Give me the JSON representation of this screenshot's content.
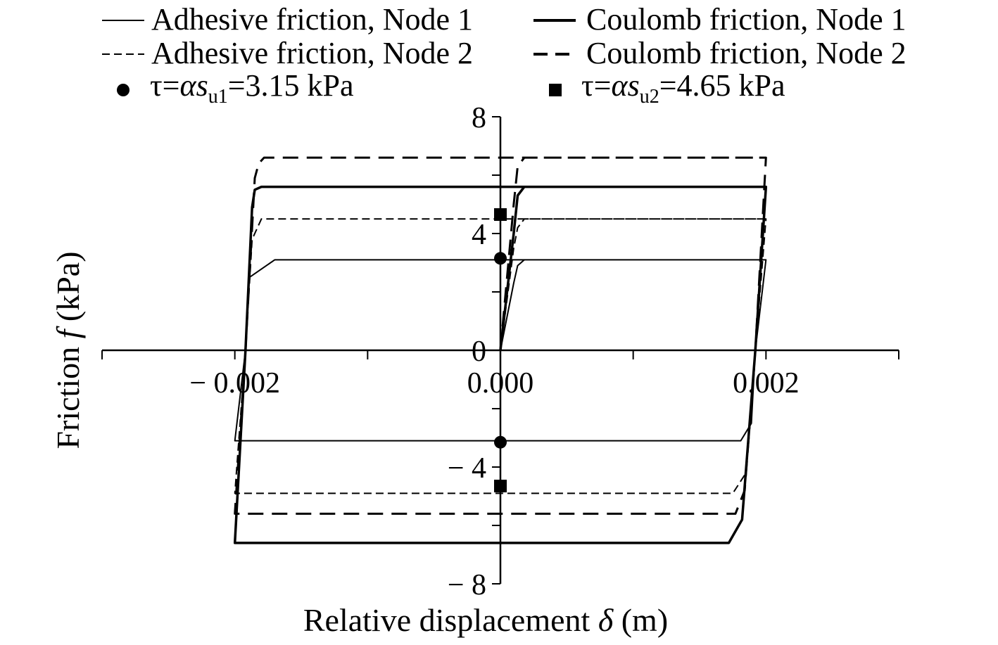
{
  "chart_data": {
    "type": "line",
    "xlabel": {
      "prefix": "Relative displacement ",
      "symbol": "δ",
      "unit": " (m)"
    },
    "ylabel": {
      "prefix": "Friction ",
      "symbol": "f",
      "unit": " (kPa)"
    },
    "xlim": [
      -0.003,
      0.003
    ],
    "ylim": [
      -8,
      8
    ],
    "x_ticks": [
      -0.002,
      0.0,
      0.002
    ],
    "x_tick_labels": [
      "− 0.002",
      "0.000",
      "0.002"
    ],
    "x_minor_ticks": [
      -0.003,
      -0.002,
      -0.001,
      0.0,
      0.001,
      0.002,
      0.003
    ],
    "y_ticks": [
      -8,
      -4,
      0,
      4,
      8
    ],
    "y_tick_labels": [
      "− 8",
      "− 4",
      "0",
      "4",
      "8"
    ],
    "y_minor_ticks": [
      -8,
      -6,
      -4,
      -2,
      0,
      2,
      4,
      6,
      8
    ],
    "legend_placement": "top",
    "series": [
      {
        "name": "Adhesive friction, Node 1",
        "style": "thin-solid",
        "x": [
          0.0,
          0.0001,
          0.00013,
          0.00018,
          0.002,
          0.002,
          0.00192,
          0.00189,
          0.00181,
          -0.002,
          -0.002,
          -0.00192,
          -0.00189,
          -0.0017,
          0.002
        ],
        "y": [
          0.0,
          2.3,
          2.9,
          3.1,
          3.1,
          3.1,
          0.0,
          -2.5,
          -3.1,
          -3.1,
          -3.1,
          0.0,
          2.5,
          3.1,
          3.1
        ]
      },
      {
        "name": "Adhesive friction, Node 2",
        "style": "thin-dashed",
        "x": [
          0.0,
          0.0001,
          0.00013,
          0.00018,
          0.002,
          0.002,
          0.00192,
          0.00185,
          0.00175,
          -0.002,
          -0.002,
          -0.00192,
          -0.00187,
          -0.0018,
          0.002
        ],
        "y": [
          0.0,
          3.5,
          4.2,
          4.5,
          4.5,
          4.5,
          0.0,
          -4.2,
          -4.9,
          -4.9,
          -4.9,
          0.0,
          3.8,
          4.5,
          4.5
        ]
      },
      {
        "name": "Coulomb friction, Node 1",
        "style": "thick-solid",
        "x": [
          0.0,
          0.0001,
          0.00013,
          0.00018,
          0.002,
          0.002,
          0.00192,
          0.00182,
          0.00172,
          -0.002,
          -0.002,
          -0.00192,
          -0.00187,
          -0.00185,
          -0.0018,
          0.002
        ],
        "y": [
          0.0,
          4.0,
          5.3,
          5.6,
          5.6,
          5.6,
          0.0,
          -5.8,
          -6.6,
          -6.6,
          -6.6,
          0.0,
          4.9,
          5.5,
          5.6,
          5.6
        ]
      },
      {
        "name": "Coulomb friction, Node 2",
        "style": "thick-dashed",
        "x": [
          0.0,
          0.0001,
          0.00013,
          0.00018,
          0.002,
          0.002,
          0.00192,
          0.00184,
          0.00177,
          -0.002,
          -0.002,
          -0.00192,
          -0.00185,
          -0.00182,
          -0.00178,
          0.002
        ],
        "y": [
          0.0,
          5.0,
          6.3,
          6.6,
          6.6,
          6.6,
          0.0,
          -4.8,
          -5.6,
          -5.6,
          -5.6,
          0.0,
          5.9,
          6.4,
          6.6,
          6.6
        ]
      }
    ],
    "markers": [
      {
        "name": "τ=αsu1=3.15 kPa",
        "shape": "circle",
        "label_parts": {
          "pre": "τ=",
          "alpha": "α",
          "s": "s",
          "sub": "u1",
          "post": "=3.15 kPa"
        },
        "points": [
          {
            "x": 0.0,
            "y": 3.15
          },
          {
            "x": 0.0,
            "y": -3.15
          }
        ]
      },
      {
        "name": "τ=αsu2=4.65 kPa",
        "shape": "square",
        "label_parts": {
          "pre": "τ=",
          "alpha": "α",
          "s": "s",
          "sub": "u2",
          "post": "=4.65 kPa"
        },
        "points": [
          {
            "x": 0.0,
            "y": 4.65
          },
          {
            "x": 0.0,
            "y": -4.65
          }
        ]
      }
    ]
  }
}
